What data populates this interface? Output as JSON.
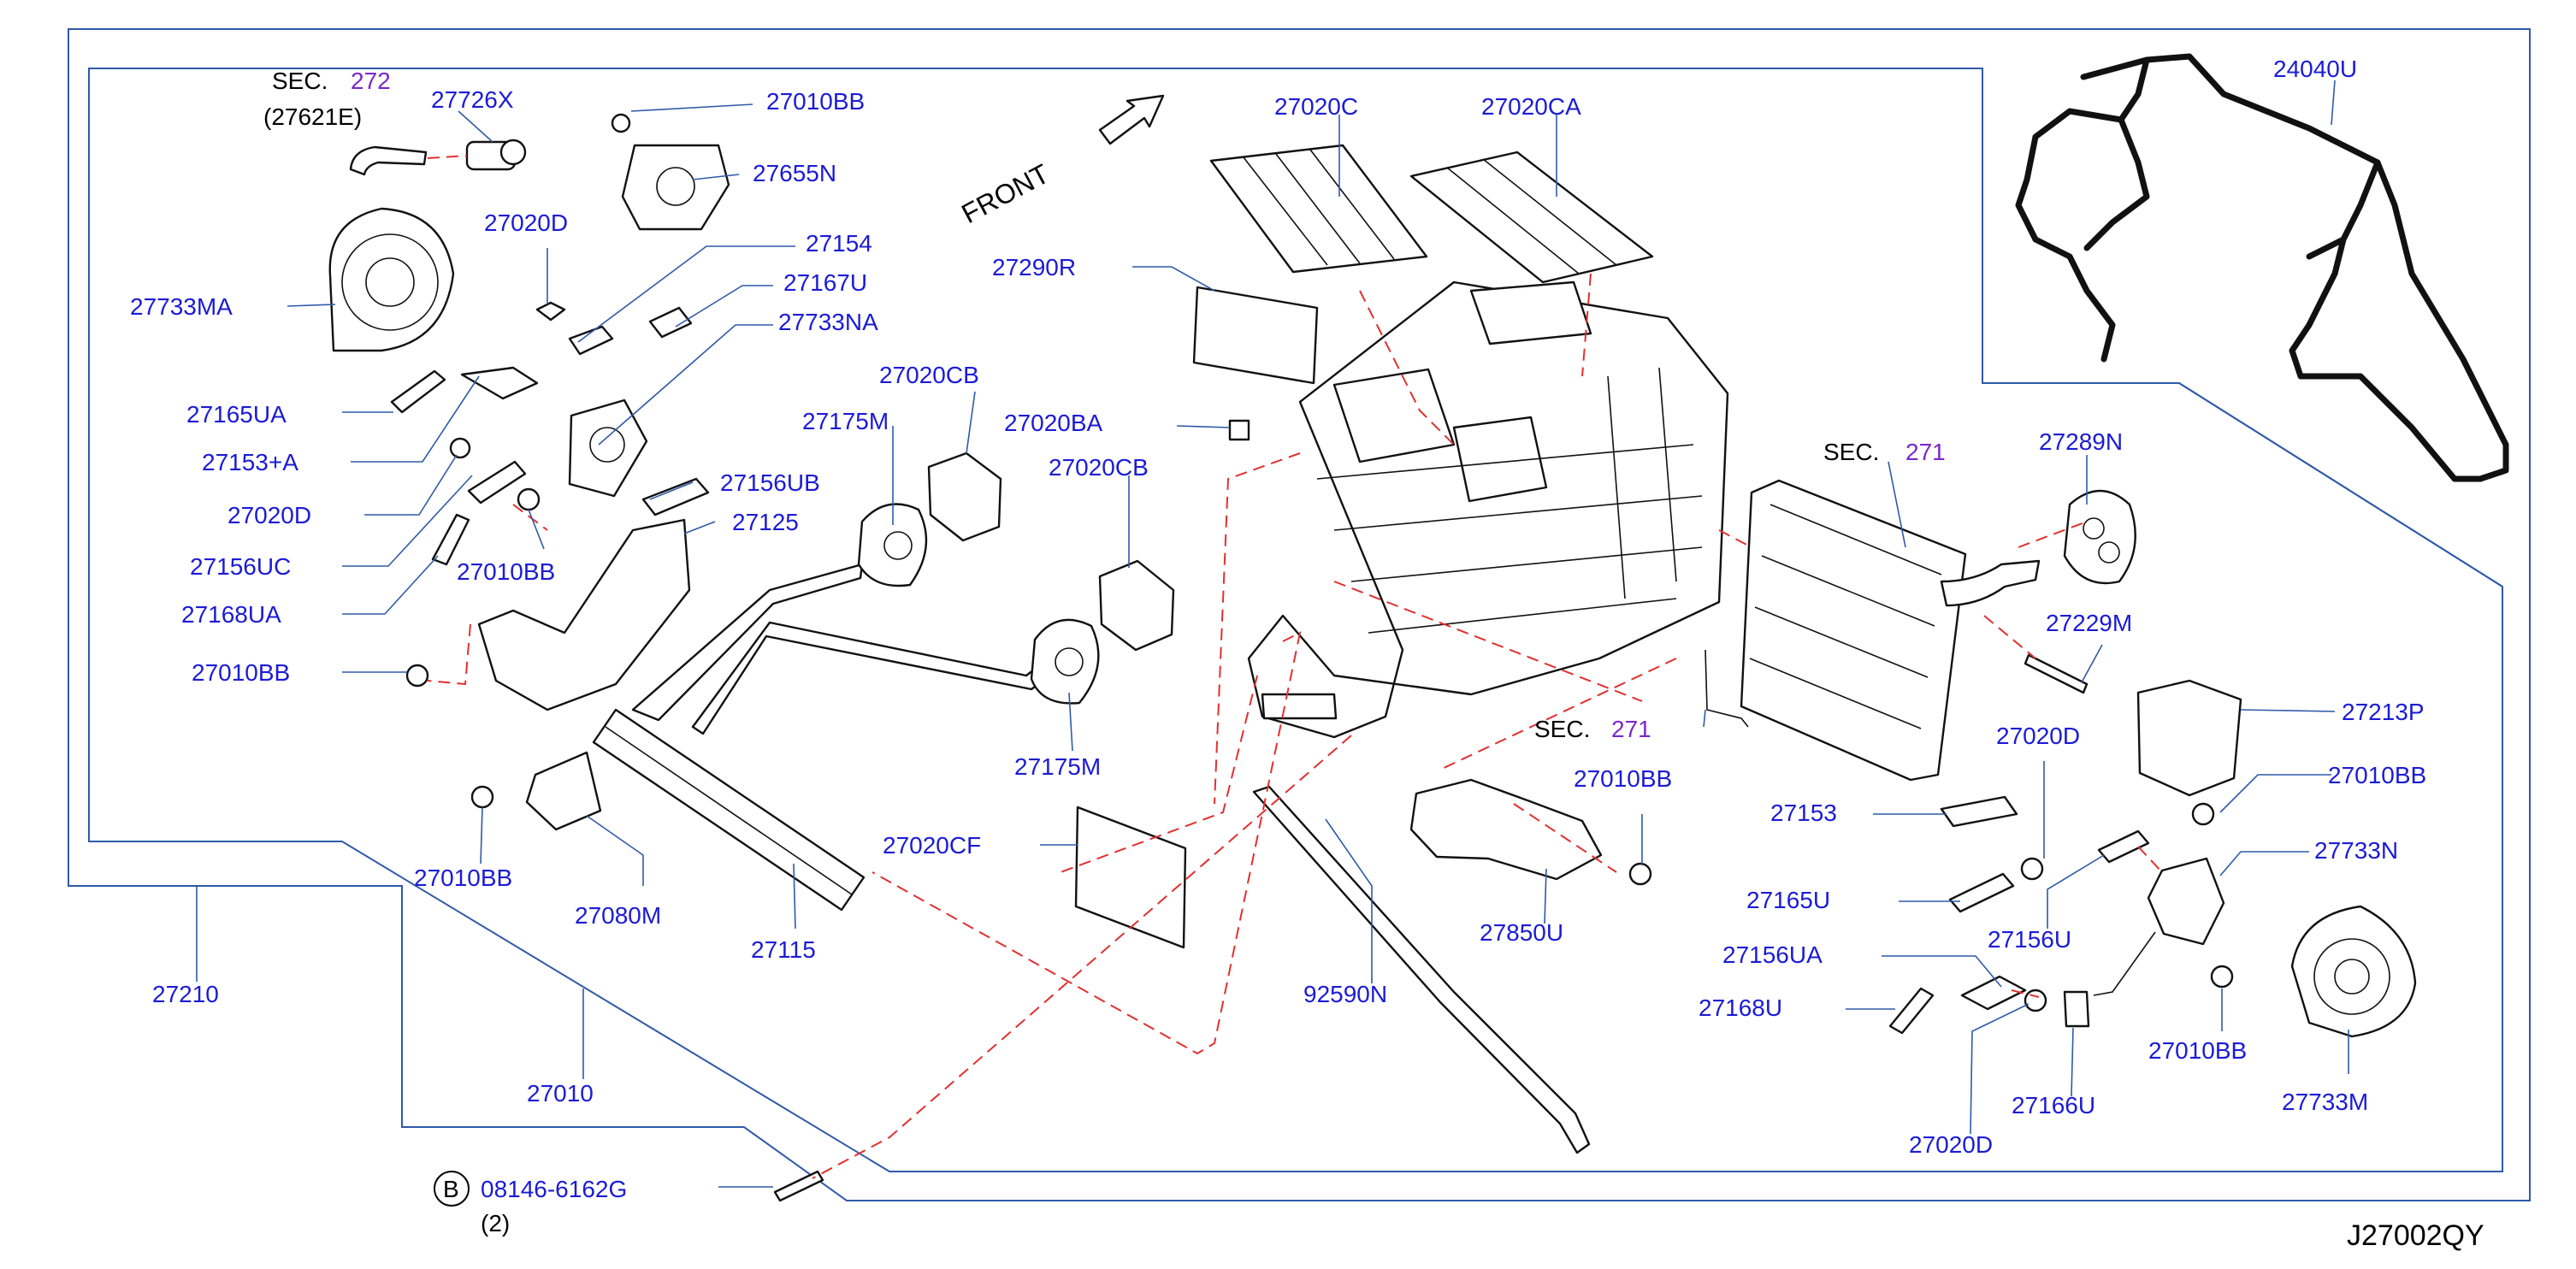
{
  "diagram_code": "J27002QY",
  "front_label": "FRONT",
  "sec_refs": [
    {
      "id": "sec272",
      "prefix": "SEC.",
      "number": "272",
      "sub": "(27621E)"
    },
    {
      "id": "sec271a",
      "prefix": "SEC.",
      "number": "271"
    },
    {
      "id": "sec271b",
      "prefix": "SEC.",
      "number": "271"
    }
  ],
  "bolt_callout": {
    "circle_letter": "B",
    "part": "08146-6162G",
    "qty": "(2)"
  },
  "parts": [
    "27726X",
    "27010BB",
    "27655N",
    "27733MA",
    "27020D",
    "27154",
    "27167U",
    "27733NA",
    "27165UA",
    "27153+A",
    "27020D",
    "27156UC",
    "27156UB",
    "27010BB",
    "27168UA",
    "27125",
    "27010BB",
    "27175M",
    "27020CB",
    "27020CB",
    "27175M",
    "27010BB",
    "27080M",
    "27115",
    "27020CF",
    "27020C",
    "27020CA",
    "27290R",
    "27020BA",
    "24040U",
    "27289N",
    "27229M",
    "27213P",
    "27010BB",
    "27020D",
    "27153",
    "27010BB",
    "27850U",
    "27165U",
    "27733N",
    "27156UA",
    "27156U",
    "27168U",
    "27010BB",
    "27020D",
    "27166U",
    "27733M",
    "92590N",
    "27210",
    "27010"
  ]
}
